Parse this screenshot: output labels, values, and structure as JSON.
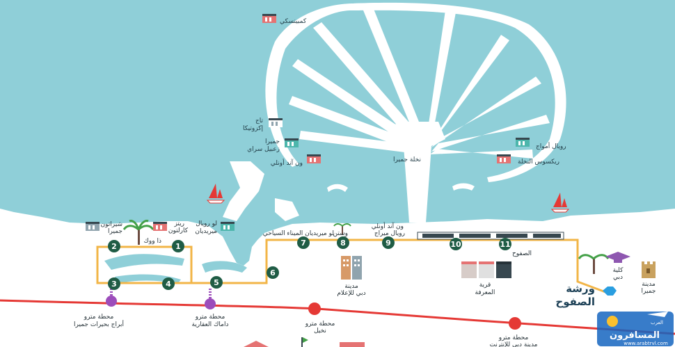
{
  "palm": {
    "trunk": "نخلة جميرا"
  },
  "hotels": {
    "kempinski": "كمبينسكي",
    "taj_1": "تاج",
    "taj_2": "إكزوتيكا",
    "zabeel_1": "جميرا",
    "zabeel_2": "زعبيل سراي",
    "oneandonly_palm": "ون آند أونلي",
    "royal_amwaj": "رويال أمواج",
    "rixos": "ريكسوس النخلة",
    "sheraton_1": "شيراتون",
    "sheraton_2": "جميرا",
    "ritz_1": "ريتز",
    "ritz_2": "كارلتون",
    "lemeridien_1": "لو رويال",
    "lemeridien_2": "ميريديان",
    "the_walk": "ذا ووك"
  },
  "stations_top": {
    "s7": "لو ميريديان الميناء السياحي",
    "s8": "وستن",
    "s9_1": "ون آند أونلي",
    "s9_2": "رويال ميراج",
    "s11": "الصفوح"
  },
  "stations": [
    {
      "id": "1",
      "label": "1"
    },
    {
      "id": "2",
      "label": "2"
    },
    {
      "id": "3",
      "label": "3"
    },
    {
      "id": "4",
      "label": "4"
    },
    {
      "id": "5",
      "label": "5"
    },
    {
      "id": "6",
      "label": "6"
    },
    {
      "id": "7",
      "label": "7"
    },
    {
      "id": "8",
      "label": "8"
    },
    {
      "id": "9",
      "label": "9"
    },
    {
      "id": "10",
      "label": "10"
    },
    {
      "id": "11",
      "label": "11"
    }
  ],
  "landmarks": {
    "media_city_1": "مدينة",
    "media_city_2": "دبي للإعلام",
    "knowledge_village_1": "قرية",
    "knowledge_village_2": "المعرفة",
    "dubai_college_1": "كلية",
    "dubai_college_2": "دبي",
    "madinat_1": "مدينة",
    "madinat_2": "جميرا"
  },
  "depot": {
    "line1": "ورشة",
    "line2": "الصفوح"
  },
  "metro": {
    "m1_1": "محطة مترو",
    "m1_2": "أبراج بحيرات جميرا",
    "m2_1": "محطة مترو",
    "m2_2": "داماك العقارية",
    "m3_1": "محطة مترو",
    "m3_2": "نخيل",
    "m4_1": "محطة مترو",
    "m4_2": "مدينة دبي للإنترنت"
  },
  "brand": {
    "line1": "المسافرون",
    "line2": "العرب",
    "url": "www.arabtrvl.com"
  },
  "colors": {
    "sea": "#8fcfd8",
    "tram": "#f2b547",
    "station": "#1f5c45",
    "metro_red": "#e53935",
    "metro_purple": "#9c4dbb",
    "depot": "#2a9ee0"
  }
}
